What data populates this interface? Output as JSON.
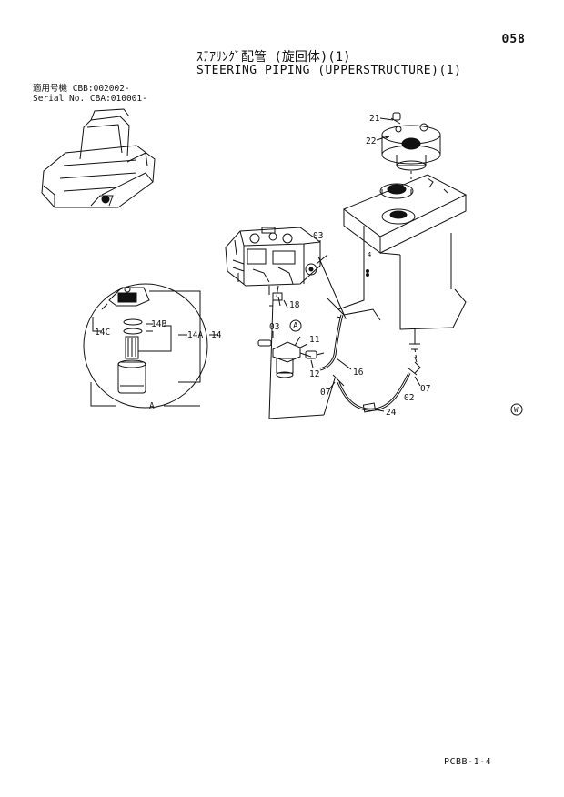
{
  "page_number": "058",
  "title": {
    "japanese": "ｽﾃｱﾘﾝｸﾞ配管 (旋回体)(1)",
    "english": "STEERING PIPING (UPPERSTRUCTURE)(1)"
  },
  "applicability": {
    "line1": "適用号機  CBB:002002-",
    "line2": "Serial No. CBA:010001-"
  },
  "callouts": {
    "c21": "21",
    "c22": "22",
    "c03_upper": "03",
    "c18": "18",
    "c03_lower": "03",
    "cA_circle": "A",
    "c11": "11",
    "c12": "12",
    "c16": "16",
    "c07_left": "07",
    "c07_right": "07",
    "c02": "02",
    "c24": "24",
    "c14B": "14B",
    "c14C": "14C",
    "c14A": "14A",
    "c14": "14",
    "cA_detail": "A",
    "c4": "4",
    "cW": "W"
  },
  "footer": "PCBB-1-4"
}
